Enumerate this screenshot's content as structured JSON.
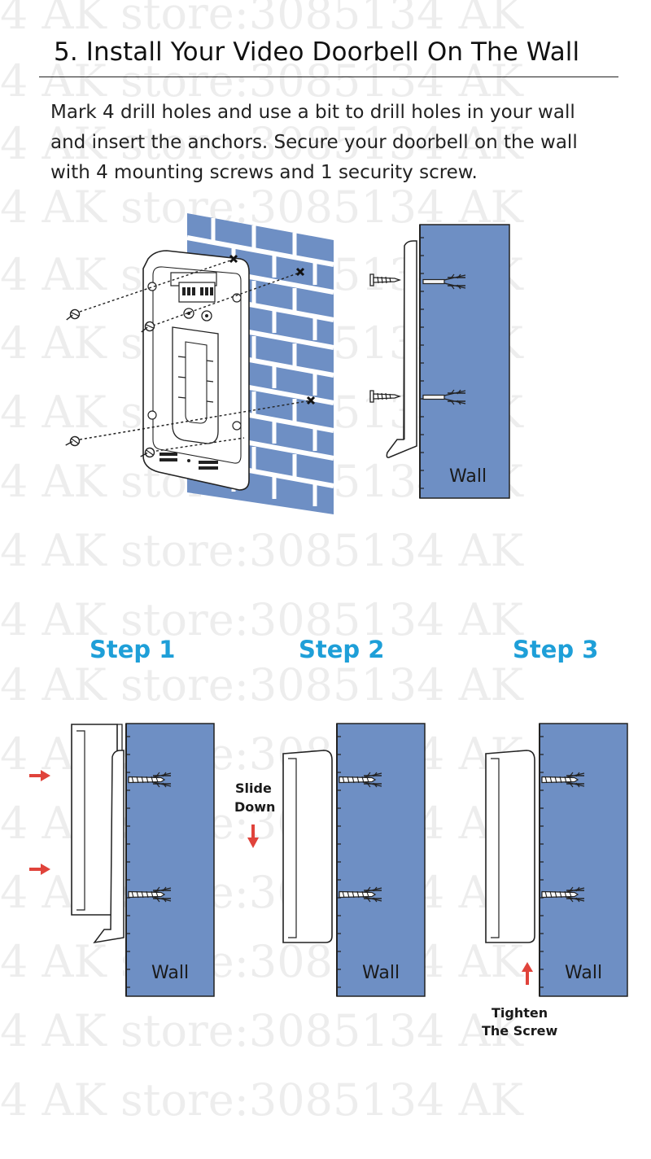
{
  "title": "5. Install Your Video Doorbell On The Wall",
  "description": [
    "Mark 4 drill holes and use a bit to drill holes in your wall",
    "and insert the anchors. Secure your doorbell on the wall",
    "with 4 mounting screws and 1 security screw."
  ],
  "wall_label": "Wall",
  "steps": [
    {
      "label": "Step 1"
    },
    {
      "label": "Step 2",
      "note": [
        "Slide",
        "Down"
      ]
    },
    {
      "label": "Step 3",
      "note": [
        "Tighten",
        "The Screw"
      ]
    }
  ],
  "watermark": "4 AK store:3085134 AK",
  "colors": {
    "wall": "#6e8fc4",
    "step_text": "#1e9fd8",
    "arrow": "#e0433b",
    "brick_gap": "#ffffff"
  }
}
